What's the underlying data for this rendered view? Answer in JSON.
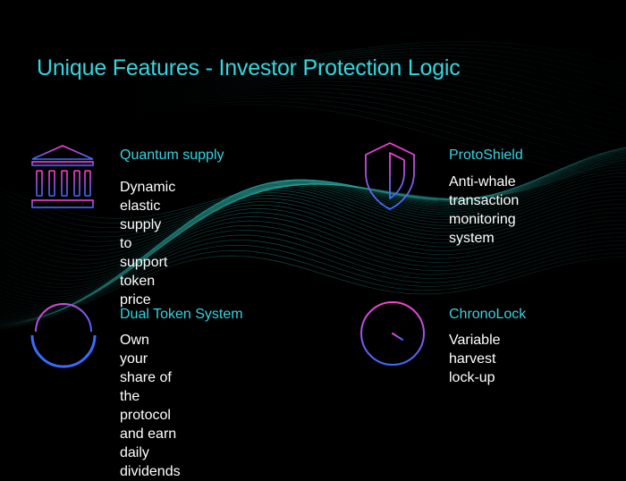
{
  "page": {
    "title": "Unique Features - Investor Protection Logic"
  },
  "colors": {
    "accent": "#33d6e0",
    "background": "#000000",
    "icon_pink": "#ff3fd0",
    "icon_blue": "#3b6bff",
    "wave": "#1f8f88"
  },
  "features": [
    {
      "icon": "bank-icon",
      "title": "Quantum supply",
      "description": "Dynamic elastic supply\nto support token price"
    },
    {
      "icon": "shield-icon",
      "title": "ProtoShield",
      "description": "Anti-whale transaction\nmonitoring system"
    },
    {
      "icon": "ring-icon",
      "title": "Dual Token System",
      "description": "Own your share of the\nprotocol and earn daily\ndividends"
    },
    {
      "icon": "clock-icon",
      "title": "ChronoLock",
      "description": "Variable harvest\nlock-up"
    }
  ]
}
